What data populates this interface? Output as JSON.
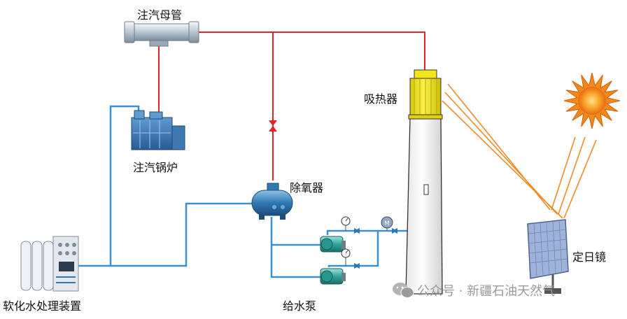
{
  "labels": {
    "header": "注汽母管",
    "boiler": "注汽锅炉",
    "receiver": "吸热器",
    "deaerator": "除氧器",
    "softener": "软化水处理装置",
    "pumps": "给水泵",
    "heliostat": "定日镜"
  },
  "watermark": {
    "text": "公众号 · 新疆石油天然气"
  },
  "colors": {
    "steam_line": "#e8202a",
    "water_line": "#3a8fd0",
    "light_ray": "#f08a24",
    "receiver": "#f5e61c"
  }
}
